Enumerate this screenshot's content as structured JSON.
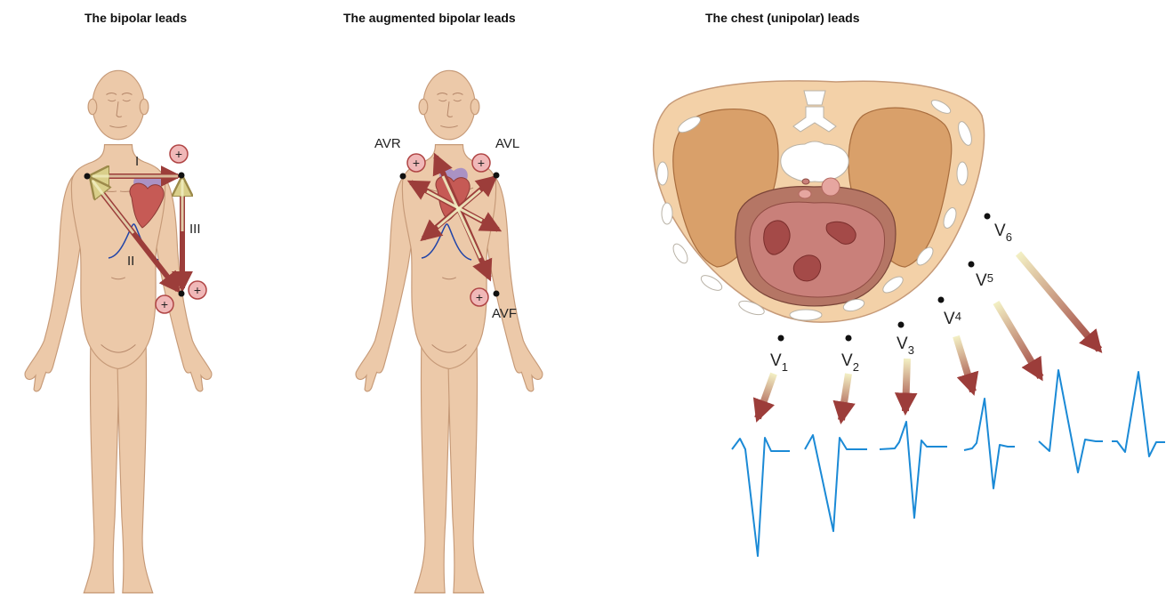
{
  "panels": [
    {
      "title": "The bipolar leads"
    },
    {
      "title": "The augmented bipolar leads"
    },
    {
      "title": "The chest (unipolar) leads"
    }
  ],
  "bipolar": {
    "lead_labels": [
      "I",
      "II",
      "III"
    ],
    "plus": "+"
  },
  "augmented": {
    "lead_labels": [
      "AVR",
      "AVL",
      "AVF"
    ],
    "plus": "+"
  },
  "chest": {
    "leads": [
      {
        "base": "V",
        "sub": "1"
      },
      {
        "base": "V",
        "sub": "2"
      },
      {
        "base": "V",
        "sub": "3"
      },
      {
        "base": "V",
        "sub": "4"
      },
      {
        "base": "V",
        "sub": "5"
      },
      {
        "base": "V",
        "sub": "6"
      }
    ]
  },
  "colors": {
    "skin": "#ecc9a9",
    "skin_edge": "#c69a78",
    "arrow_dark": "#9c3d3a",
    "arrow_light": "#f3f0c4",
    "ecg": "#1b8ad6",
    "plus_fill": "#f0b8b8",
    "plus_edge": "#b04545"
  }
}
